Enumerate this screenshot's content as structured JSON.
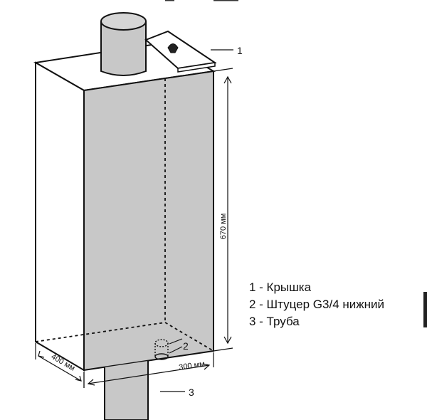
{
  "labels": {
    "callout_1": "1",
    "callout_2": "2",
    "callout_3": "3",
    "height": "670 мм",
    "width": "300 мм",
    "depth": "400 мм"
  },
  "legend": [
    "1 - Крышка",
    "2 - Штуцер G3/4 нижний",
    "3 - Труба"
  ],
  "colors": {
    "front_face": "#c8c8c8",
    "outline": "#111111"
  }
}
